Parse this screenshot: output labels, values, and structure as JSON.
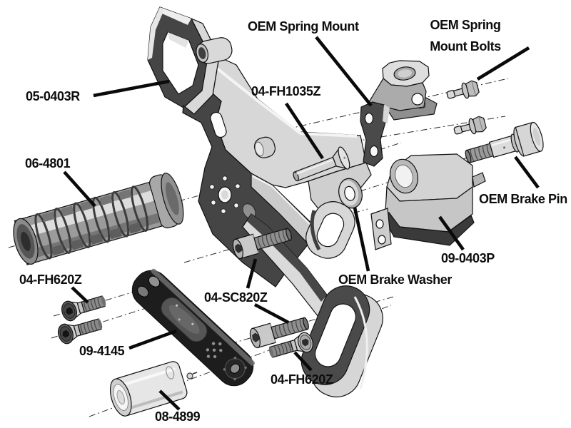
{
  "diagram": {
    "type": "exploded-parts-diagram",
    "background": "#ffffff",
    "ink": "#000000",
    "palette": {
      "part_light": "#d7d7d7",
      "part_mid": "#9b9b9b",
      "part_dark": "#454545",
      "arm_black": "#1d1d1d"
    },
    "labels": {
      "main_bracket": "05-0403R",
      "footpeg": "06-4801",
      "spring_mount": "OEM Spring Mount",
      "spring_mount_bolts": "OEM Spring Mount Bolts",
      "bolt_fh1035z": "04-FH1035Z",
      "brake_pin": "OEM Brake Pin",
      "pivot_block": "09-0403P",
      "brake_washer": "OEM Brake Washer",
      "bolts_fh620z_left": "04-FH620Z",
      "bolt_sc820z": "04-SC820Z",
      "shift_arm": "09-4145",
      "bolt_fh620z_lower": "04-FH620Z",
      "spacer": "08-4899"
    }
  }
}
